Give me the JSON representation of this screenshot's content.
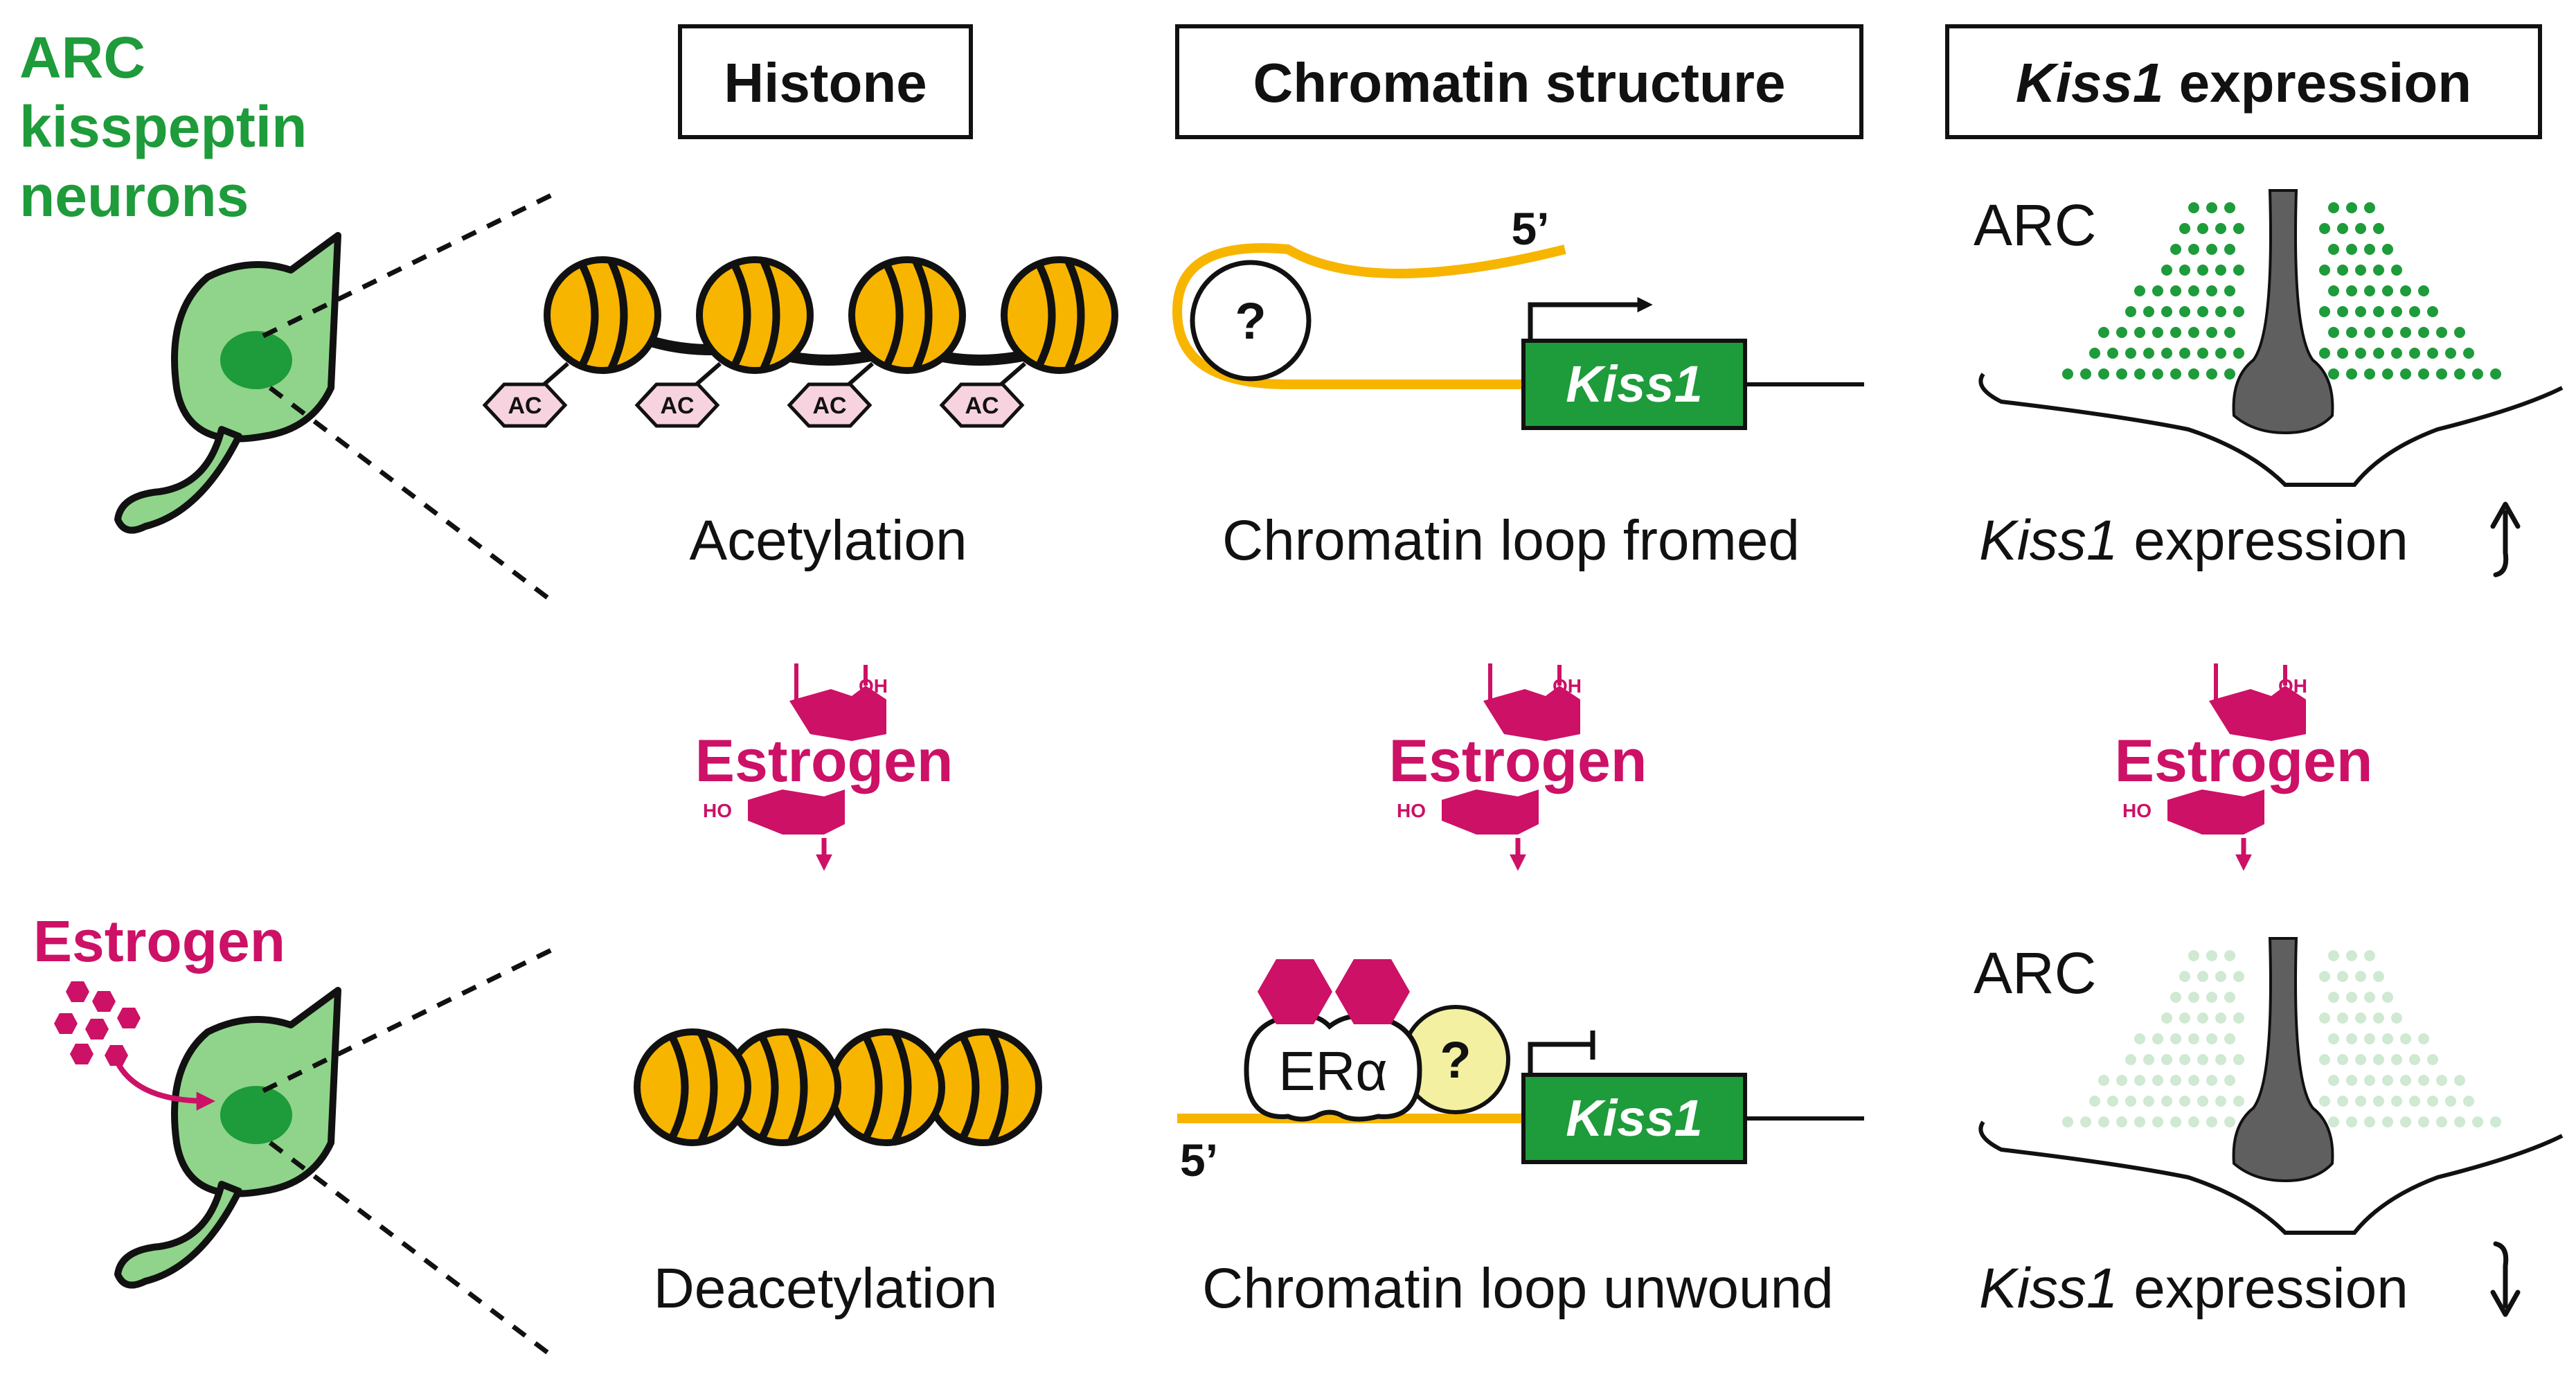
{
  "left_panel": {
    "title_lines": [
      "ARC",
      "kisspeptin",
      "neurons"
    ],
    "estrogen_label": "Estrogen"
  },
  "headers": {
    "histone": "Histone",
    "chromatin": "Chromatin structure",
    "expression_gene": "Kiss1",
    "expression_word": " expression"
  },
  "top_row": {
    "histone_marks": [
      "AC",
      "AC",
      "AC",
      "AC"
    ],
    "histone_caption": "Acetylation",
    "five_prime": "5’",
    "question": "?",
    "gene_label": "Kiss1",
    "chromatin_caption": "Chromatin loop fromed",
    "arc_label": "ARC",
    "expression_caption_gene": "Kiss1",
    "expression_caption_rest": " expression",
    "trend_arrow": "up"
  },
  "estrogen_mid": {
    "label": "Estrogen",
    "oh": "OH",
    "ho": "HO"
  },
  "bottom_row": {
    "histone_caption": "Deacetylation",
    "receptor_label": "ERα",
    "question": "?",
    "five_prime": "5’",
    "gene_label": "Kiss1",
    "chromatin_caption": "Chromatin loop unwound",
    "arc_label": "ARC",
    "expression_caption_gene": "Kiss1",
    "expression_caption_rest": " expression",
    "trend_arrow": "down"
  },
  "colors": {
    "green": "#1e9b3a",
    "light_green": "#8fd48a",
    "magenta": "#cc1166",
    "histone_yellow": "#f7b500",
    "ac_pink": "#f7d3df",
    "ventricle_gray": "#5f5f5f",
    "question_yellow": "#f4f0a2",
    "faded_dot": "#cfe9d3"
  }
}
